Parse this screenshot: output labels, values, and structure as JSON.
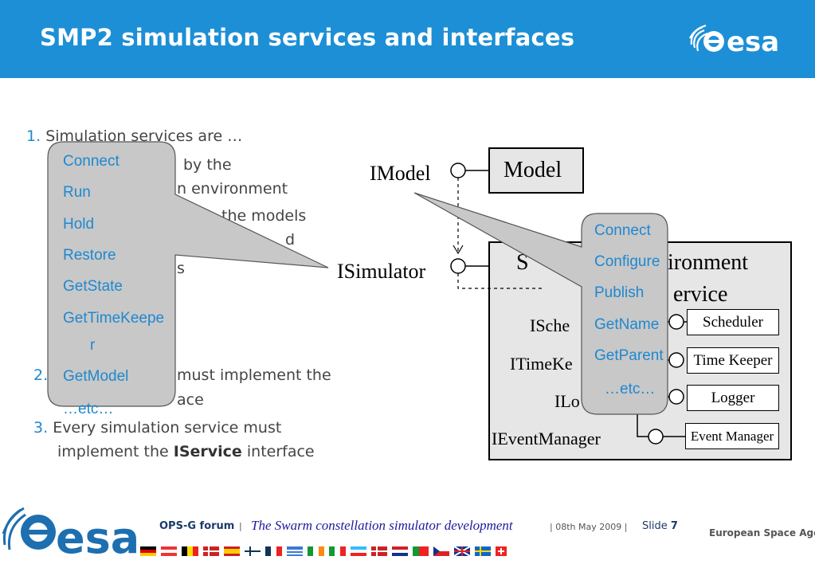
{
  "slide": {
    "title": "SMP2 simulation services and interfaces",
    "logo_text": "esa"
  },
  "bullets": {
    "b1_num": "1.",
    "b1_text": "Simulation services are …",
    "b1_sub1": "by the",
    "b1_sub2": "n environment",
    "b1_sub3": "the models",
    "b1_sub4": "d",
    "b1_sub5": "s",
    "b2_num": "2.",
    "b2_text1": "must implement the",
    "b2_text2": "ace",
    "b3_num": "3.",
    "b3_text1": "Every simulation service must",
    "b3_text2_pre": "implement the ",
    "b3_text2_bold": "IService",
    "b3_text2_post": " interface"
  },
  "left_callout": {
    "items": [
      "Connect",
      "Run",
      "Hold",
      "Restore",
      "GetState",
      "GetTimeKeepe",
      "r",
      "GetModel",
      "…etc…"
    ]
  },
  "right_callout": {
    "items": [
      "Connect",
      "Configure",
      "Publish",
      "GetName",
      "GetParent",
      "…etc…"
    ]
  },
  "diagram": {
    "imodel_label": "IModel",
    "model_box": "Model",
    "isimulator_label": "ISimulator",
    "env_title_1": "S",
    "env_title_2": "ironment",
    "env_title_3": "ervice",
    "env_title_3_pre": "S",
    "ischeduler_label": "ISche",
    "itimekeeper_label": "ITimeKe",
    "ilogger_label": "ILo",
    "ieventmanager_label": "IEventManager",
    "services": [
      "Scheduler",
      "Time Keeper",
      "Logger",
      "Event Manager"
    ]
  },
  "footer": {
    "forum": "OPS-G forum",
    "sep1": "|",
    "presentation": "The Swarm constellation simulator development",
    "date": "| 08th May 2009 |",
    "slide_label": "Slide",
    "slide_number": "7",
    "agency": "European Space Agency",
    "logo_text": "esa"
  },
  "colors": {
    "header_blue": "#1d8fd6",
    "accent_blue": "#1e88d0",
    "callout_gray": "#c8c8c8",
    "env_gray": "#e6e6e6",
    "footer_title_blue": "#1a1aa0"
  }
}
